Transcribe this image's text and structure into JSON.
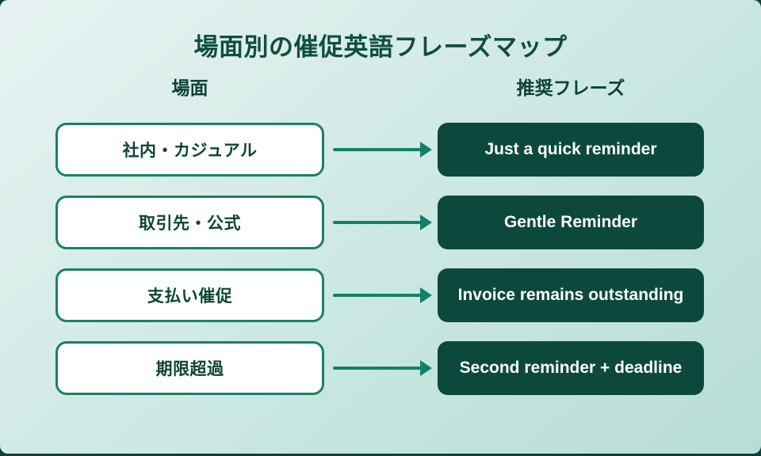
{
  "title": "場面別の催促英語フレーズマップ",
  "columns": {
    "left_header": "場面",
    "right_header": "推奨フレーズ"
  },
  "rows": [
    {
      "scene": "社内・カジュアル",
      "phrase": "Just a quick reminder"
    },
    {
      "scene": "取引先・公式",
      "phrase": "Gentle Reminder"
    },
    {
      "scene": "支払い催促",
      "phrase": "Invoice remains outstanding"
    },
    {
      "scene": "期限超過",
      "phrase": "Second reminder + deadline"
    }
  ],
  "colors": {
    "backdrop": "#0a4337",
    "panel_gradient_start": "#e7f3f2",
    "panel_gradient_end": "#b7ddd6",
    "dark_box": "#0c493c",
    "box_border": "#1a8069",
    "arrow": "#13806a",
    "title_text": "#0f4f3f",
    "header_text": "#0d4235",
    "scene_text": "#0c4537",
    "phrase_text": "#ffffff"
  }
}
